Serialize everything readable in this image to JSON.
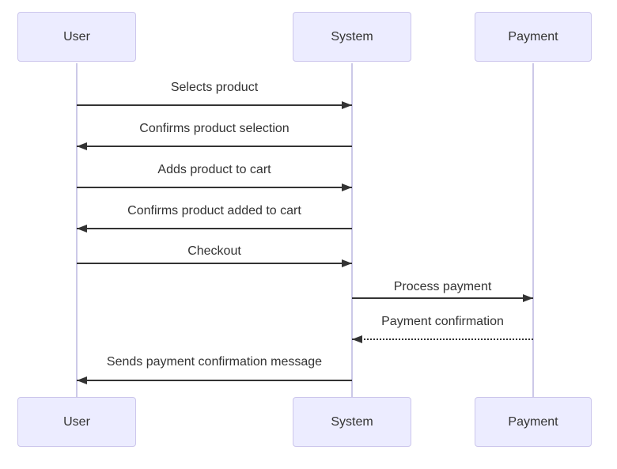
{
  "diagram": {
    "type": "sequence-diagram",
    "actors": [
      {
        "name": "User"
      },
      {
        "name": "System"
      },
      {
        "name": "Payment"
      }
    ],
    "messages": [
      {
        "from": "User",
        "to": "System",
        "label": "Selects product",
        "line": "solid",
        "arrow": "filled"
      },
      {
        "from": "System",
        "to": "User",
        "label": "Confirms product selection",
        "line": "solid",
        "arrow": "filled"
      },
      {
        "from": "User",
        "to": "System",
        "label": "Adds product to cart",
        "line": "solid",
        "arrow": "filled"
      },
      {
        "from": "System",
        "to": "User",
        "label": "Confirms product added to cart",
        "line": "solid",
        "arrow": "filled"
      },
      {
        "from": "User",
        "to": "System",
        "label": "Checkout",
        "line": "solid",
        "arrow": "filled"
      },
      {
        "from": "System",
        "to": "Payment",
        "label": "Process payment",
        "line": "solid",
        "arrow": "filled"
      },
      {
        "from": "Payment",
        "to": "System",
        "label": "Payment confirmation",
        "line": "dotted",
        "arrow": "filled"
      },
      {
        "from": "System",
        "to": "User",
        "label": "Sends payment confirmation message",
        "line": "solid",
        "arrow": "filled"
      }
    ],
    "colors": {
      "background": "#FFFFFF",
      "actor_fill": "#ECECFF",
      "actor_border": "#CCC6EC",
      "lifeline": "#CCC9E8",
      "arrow": "#333333",
      "text": "#333333"
    }
  }
}
